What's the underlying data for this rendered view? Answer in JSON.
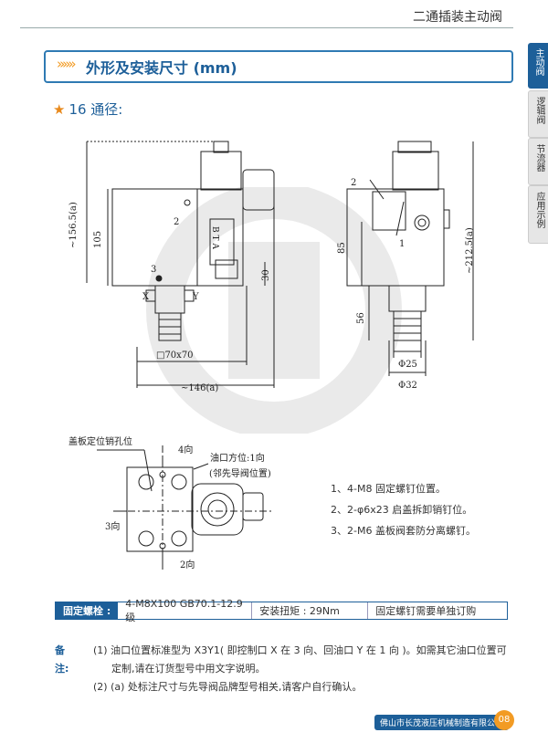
{
  "header": {
    "title": "二通插装主动阀"
  },
  "sidebar": {
    "tabs": [
      {
        "label": "主动阀",
        "active": true
      },
      {
        "label": "逻辑阀",
        "active": false
      },
      {
        "label": "节流器",
        "active": false
      },
      {
        "label": "应用示例",
        "active": false
      }
    ]
  },
  "section": {
    "title": "外形及安装尺寸 (mm)",
    "subtitle": "16 通径:"
  },
  "drawing": {
    "dims": {
      "h1565": "~156.5(a)",
      "h105": "105",
      "h30": "30",
      "sq": "□70x70",
      "w146": "~146(a)",
      "h85": "85",
      "h2125": "~212.5(a)",
      "h56": "56",
      "d25": "Φ25",
      "d32": "Φ32"
    },
    "callouts": {
      "n1": "1",
      "n2": "2",
      "n3": "3",
      "x": "X",
      "y": "Y",
      "bta": "B T A"
    },
    "plan": {
      "cover_hole": "盖板定位销孔位",
      "dir4": "4向",
      "dir3": "3向",
      "dir2": "2向",
      "oil_port_1": "油口方位:1向",
      "oil_port_2": "(邻先导阀位置)"
    }
  },
  "notes": [
    "1、4-M8 固定螺钉位置。",
    "2、2-φ6x23 启盖拆卸销钉位。",
    "3、2-M6 盖板阀套防分离螺钉。"
  ],
  "bolt": {
    "label": "固定螺栓 :",
    "spec": "4-M8X100 GB70.1-12.9 级",
    "torque": "安装扭矩 : 29Nm",
    "order": "固定螺钉需要单独订购"
  },
  "remarks": {
    "label": "备注:",
    "r1a": "(1) 油口位置标准型为 X3Y1( 即控制口 X 在 3 向、回油口 Y 在 1 向 )。如需其它油口位置可",
    "r1b": "定制,请在订货型号中用文字说明。",
    "r2": "(2) (a) 处标注尺寸与先导阀品牌型号相关,请客户自行确认。"
  },
  "footer": {
    "company": "佛山市长茂液压机械制造有限公司",
    "page": "08"
  },
  "colors": {
    "brand_blue": "#1d5f99",
    "accent_orange": "#f29b24"
  }
}
